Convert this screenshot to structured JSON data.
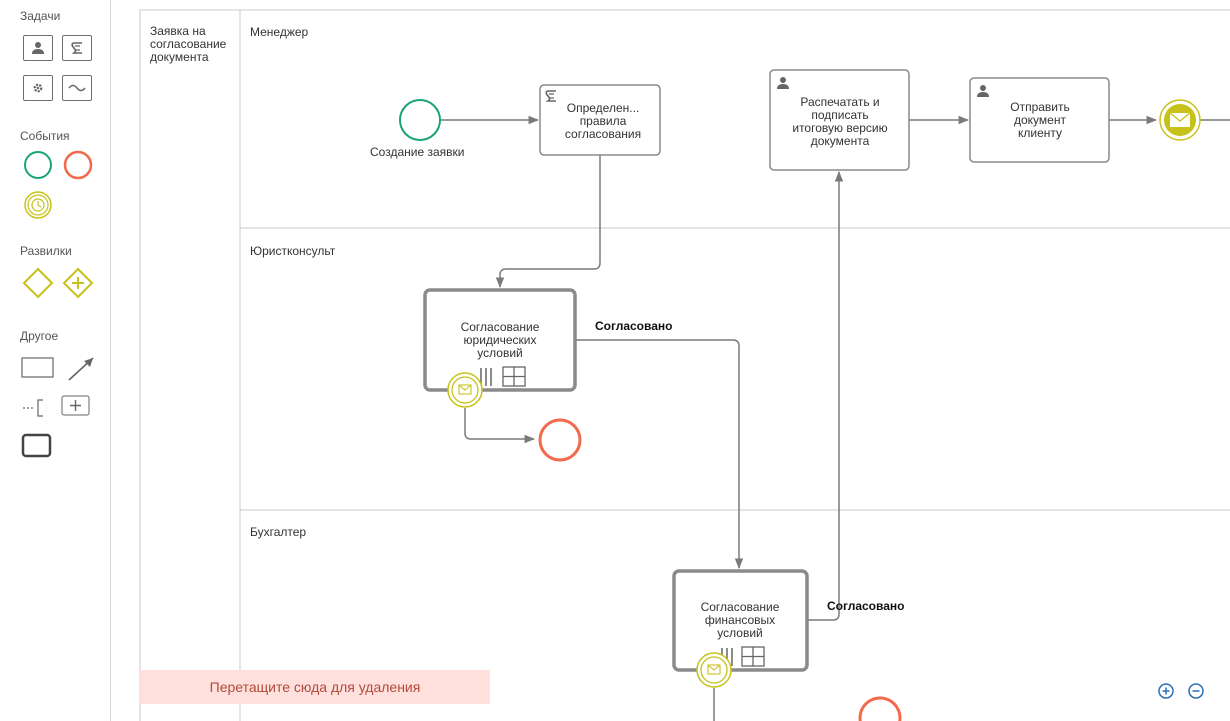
{
  "palette": {
    "tasks_title": "Задачи",
    "events_title": "События",
    "gateways_title": "Развилки",
    "other_title": "Другое"
  },
  "pool": {
    "label": "Заявка на согласование документа"
  },
  "lanes": [
    {
      "label": "Менеджер"
    },
    {
      "label": "Юристконсульт"
    },
    {
      "label": "Бухгалтер"
    }
  ],
  "nodes": {
    "start_event_label": "Создание заявки",
    "task_rules": "Определен... правила согласования",
    "task_print": "Распечатать и подписать итоговую версию документа",
    "task_send": "Отправить документ клиенту",
    "task_legal": "Согласование юридических условий",
    "task_finance": "Согласование финансовых условий"
  },
  "flows": {
    "legal_approved": "Согласовано",
    "finance_approved": "Согласовано"
  },
  "trash": {
    "label": "Перетащите сюда для удаления"
  },
  "colors": {
    "start": "#1aa37a",
    "end": "#f26a4b",
    "message": "#c7c21a",
    "flow": "#7a7a7a",
    "task_border": "#8a8a8a"
  }
}
